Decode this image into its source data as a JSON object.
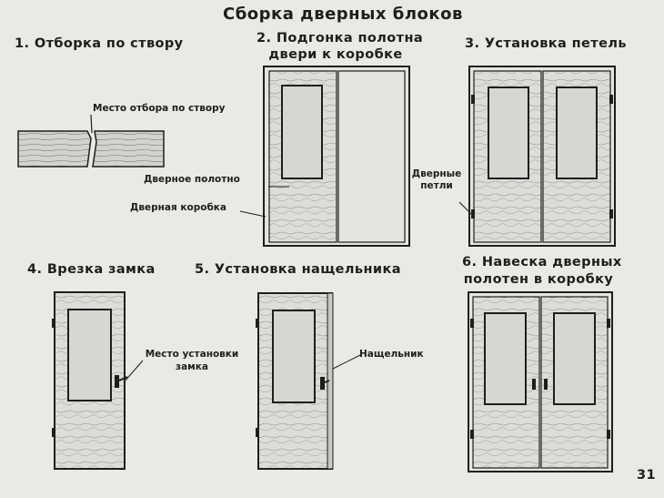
{
  "title": "Сборка дверных блоков",
  "steps": {
    "s1": "1. Отборка по створу",
    "s2_line1": "2. Подгонка полотна",
    "s2_line2": "двери к коробке",
    "s3": "3. Установка петель",
    "s4": "4. Врезка замка",
    "s5": "5. Установка нащельника",
    "s6_line1": "6. Навеска дверных",
    "s6_line2": "полотен в коробку"
  },
  "labels": {
    "rebate_place": "Место отбора по створу",
    "door_leaf": "Дверное полотно",
    "door_frame": "Дверная коробка",
    "hinges_line1": "Дверные",
    "hinges_line2": "петли",
    "lock_place_line1": "Место установки",
    "lock_place_line2": "замка",
    "batten": "Нащельник"
  },
  "page_number": "31",
  "colors": {
    "background": "#e9e9e6",
    "ink": "#1e1e1e",
    "wood": "#dcdcd8",
    "glass": "#d6d6d2"
  }
}
